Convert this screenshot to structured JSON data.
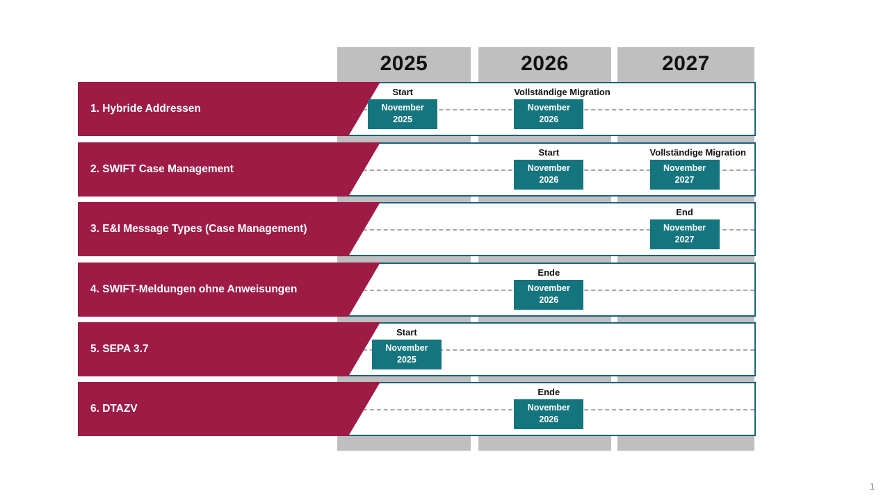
{
  "slide": {
    "page_number": "1",
    "colors": {
      "label_bar": "#9E1B45",
      "milestone_box": "#15757F",
      "row_border": "#1C5F80",
      "year_band": "#BFBFBF",
      "dashed_line": "#A6A6A6"
    }
  },
  "timeline": {
    "years": [
      {
        "label": "2025"
      },
      {
        "label": "2026"
      },
      {
        "label": "2027"
      }
    ],
    "rows": [
      {
        "label": "1. Hybride Addressen",
        "milestones": [
          {
            "caption": "Start",
            "month": "November",
            "year": "2025",
            "year_index": 0,
            "pos_pct": 48
          },
          {
            "caption": "Vollständige  Migration",
            "month": "November",
            "year": "2026",
            "year_index": 1,
            "pos_pct": 52
          }
        ]
      },
      {
        "label": "2. SWIFT Case Management",
        "milestones": [
          {
            "caption": "Start",
            "month": "November",
            "year": "2026",
            "year_index": 1,
            "pos_pct": 52
          },
          {
            "caption": "Vollständige  Migration",
            "month": "November",
            "year": "2027",
            "year_index": 2,
            "pos_pct": 48
          }
        ]
      },
      {
        "label": "3. E&I Message Types (Case Management)",
        "milestones": [
          {
            "caption": "End",
            "month": "November",
            "year": "2027",
            "year_index": 2,
            "pos_pct": 48
          }
        ]
      },
      {
        "label": "4. SWIFT-Meldungen ohne Anweisungen",
        "milestones": [
          {
            "caption": "Ende",
            "month": "November",
            "year": "2026",
            "year_index": 1,
            "pos_pct": 52
          }
        ]
      },
      {
        "label": "5. SEPA 3.7",
        "milestones": [
          {
            "caption": "Start",
            "month": "November",
            "year": "2025",
            "year_index": 0,
            "pos_pct": 51
          }
        ]
      },
      {
        "label": "6. DTAZV",
        "milestones": [
          {
            "caption": "Ende",
            "month": "November",
            "year": "2026",
            "year_index": 1,
            "pos_pct": 52
          }
        ]
      }
    ]
  }
}
